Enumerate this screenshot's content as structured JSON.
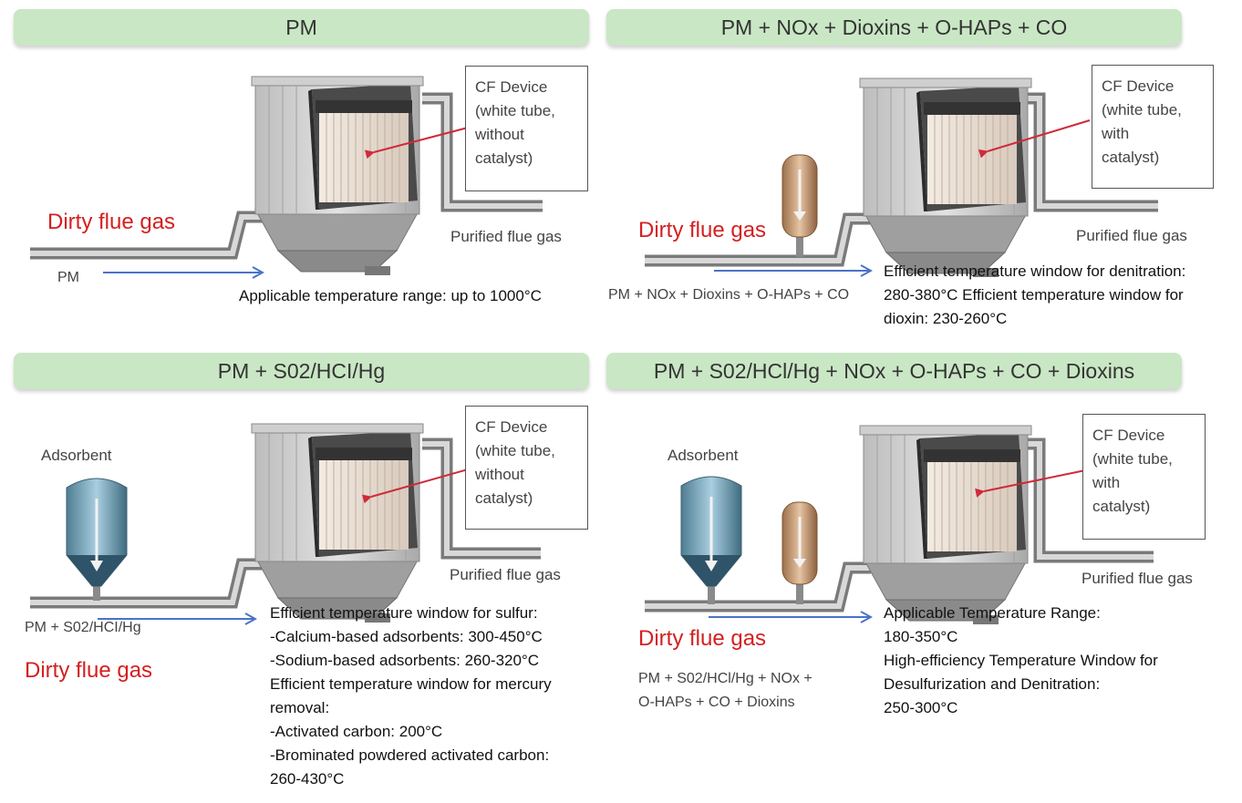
{
  "panels": [
    {
      "title": "PM",
      "cf_lines": [
        "CF Device",
        "(white tube,",
        "without",
        "catalyst)"
      ],
      "dirty": "Dirty flue gas",
      "inlet_lines": [
        "PM"
      ],
      "purified": "Purified flue gas",
      "info_lines": [
        "Applicable temperature range: up to 1000°C"
      ]
    },
    {
      "title": "PM + NOx + Dioxins + O-HAPs + CO",
      "cf_lines": [
        "CF Device",
        "(white tube,",
        "with",
        "catalyst)"
      ],
      "dirty": "Dirty flue gas",
      "inlet_lines": [
        "PM + NOx + Dioxins + O-HAPs + CO"
      ],
      "purified": "Purified flue gas",
      "info_lines": [
        "Efficient temperature window for denitration:",
        "280-380°C Efficient temperature window for",
        "dioxin: 230-260°C"
      ]
    },
    {
      "title": "PM + S02/HCI/Hg",
      "cf_lines": [
        "CF Device",
        "(white tube,",
        "without",
        "catalyst)"
      ],
      "dirty": "Dirty flue gas",
      "adsorbent": "Adsorbent",
      "inlet_lines": [
        "PM + S02/HCI/Hg"
      ],
      "purified": "Purified flue gas",
      "info_lines": [
        "Efficient temperature window for sulfur:",
        "-Calcium-based adsorbents: 300-450°C",
        "-Sodium-based adsorbents: 260-320°C",
        "Efficient temperature window for mercury",
        "removal:",
        "-Activated carbon: 200°C",
        "-Brominated powdered activated carbon:",
        "260-430°C"
      ]
    },
    {
      "title": "PM + S02/HCl/Hg + NOx + O-HAPs + CO + Dioxins",
      "cf_lines": [
        "CF Device",
        "(white tube,",
        "with",
        "catalyst)"
      ],
      "dirty": "Dirty flue gas",
      "adsorbent": "Adsorbent",
      "inlet_lines": [
        "PM + S02/HCl/Hg + NOx +",
        "O-HAPs + CO + Dioxins"
      ],
      "purified": "Purified flue gas",
      "info_lines": [
        "Applicable Temperature Range:",
        "180-350°C",
        "High-efficiency Temperature Window for",
        "Desulfurization and Denitration:",
        "250-300°C"
      ]
    }
  ]
}
